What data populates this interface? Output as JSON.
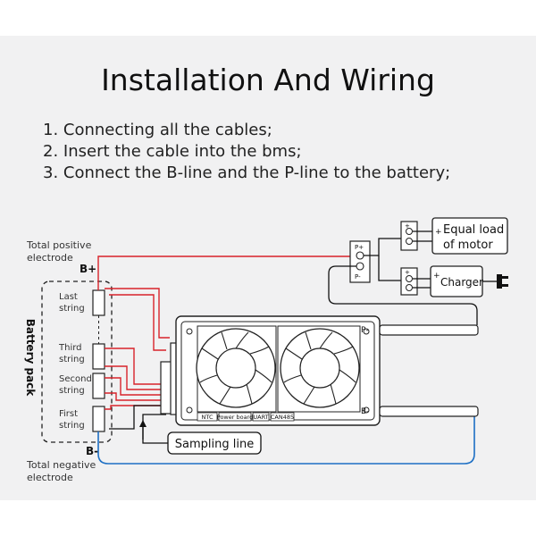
{
  "title": "Installation And Wiring",
  "steps": [
    "1. Connecting all the cables;",
    "2. Insert the cable into the bms;",
    "3. Connect the B-line and the P-line to the battery;"
  ],
  "labels": {
    "total_positive_line1": "Total positive",
    "total_positive_line2": "electrode",
    "b_plus": "B+",
    "battery_pack": "Battery pack",
    "last_line1": "Last",
    "last_line2": "string",
    "third_line1": "Third",
    "third_line2": "string",
    "second_line1": "Second",
    "second_line2": "string",
    "first_line1": "First",
    "first_line2": "string",
    "b_minus": "B-",
    "total_negative_line1": "Total negative",
    "total_negative_line2": "electrode",
    "p_plus": "P+",
    "p_minus": "P-",
    "load_line1": "Equal load",
    "load_line2": "of motor",
    "charger": "Charger",
    "bms_p_minus": "P-",
    "bms_b_minus": "B-",
    "sampling_line": "Sampling line",
    "port_ntc": "NTC",
    "port_power": "Power board",
    "port_uart": "UART",
    "port_can": "CAN485",
    "plus": "+",
    "minus": "-"
  },
  "colors": {
    "positive_wire": "#d8232a",
    "negative_wire": "#1d6fc4",
    "signal_wire": "#111111",
    "background": "#f1f1f2"
  }
}
